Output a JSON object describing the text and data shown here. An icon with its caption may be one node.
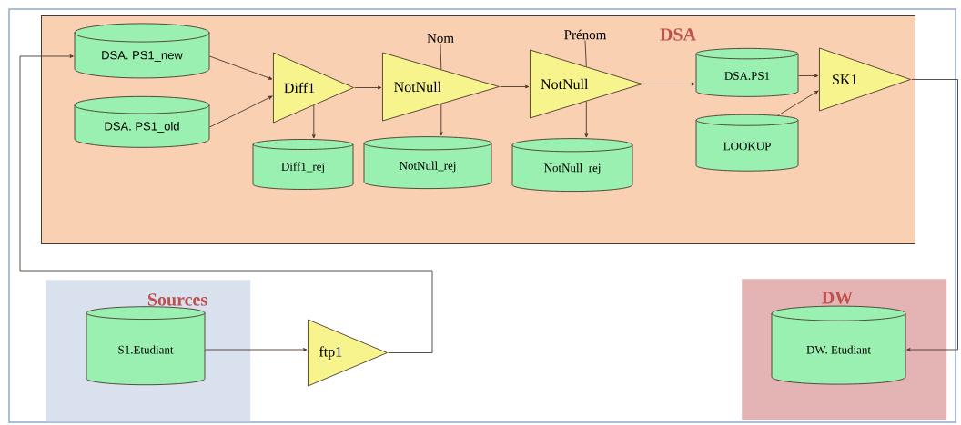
{
  "diagram": {
    "nodes": [
      {
        "text": [
          "DSA"
        ]
      },
      {
        "text": [
          "DSA. PS1_new"
        ],
        "in": 0
      },
      {
        "text": [
          "DSA. PS1_old"
        ],
        "in": 0
      },
      {
        "text": [
          "Diff1"
        ],
        "in": 0
      },
      {
        "text": [
          "Diff1_rej"
        ],
        "in": 0
      },
      {
        "text": [
          "Nom"
        ],
        "in": 0
      },
      {
        "text": [
          "NotNull"
        ],
        "in": 0
      },
      {
        "text": [
          "NotNull_rej"
        ],
        "in": 0
      },
      {
        "text": [
          "Prénom"
        ],
        "in": 0
      },
      {
        "text": [
          "NotNull"
        ],
        "in": 0
      },
      {
        "text": [
          "NotNull_rej"
        ],
        "in": 0
      },
      {
        "text": [
          "DSA.PS1"
        ],
        "in": 0
      },
      {
        "text": [
          "LOOKUP"
        ],
        "in": 0
      },
      {
        "text": [
          "SK1"
        ],
        "in": 0
      },
      {
        "text": [
          "Sources"
        ]
      },
      {
        "text": [
          "S1.Etudiant"
        ],
        "in": 14
      },
      {
        "text": [
          "ftp1"
        ]
      },
      {
        "text": [
          "DW"
        ]
      },
      {
        "text": [
          "DW. Etudiant"
        ],
        "in": 17
      }
    ],
    "edges": [
      {
        "from": 1,
        "to": 3,
        "arrow": "to"
      },
      {
        "from": 2,
        "to": 3,
        "arrow": "to"
      },
      {
        "from": 3,
        "to": 4,
        "arrow": "to"
      },
      {
        "from": 3,
        "to": 6,
        "arrow": "to"
      },
      {
        "from": 5,
        "to": 6,
        "arrow": "none"
      },
      {
        "from": 6,
        "to": 7,
        "arrow": "to"
      },
      {
        "from": 6,
        "to": 9,
        "arrow": "to"
      },
      {
        "from": 8,
        "to": 9,
        "arrow": "none"
      },
      {
        "from": 9,
        "to": 10,
        "arrow": "to"
      },
      {
        "from": 9,
        "to": 11,
        "arrow": "to"
      },
      {
        "from": 11,
        "to": 13,
        "arrow": "to"
      },
      {
        "from": 12,
        "to": 13,
        "arrow": "to"
      },
      {
        "from": 15,
        "to": 16,
        "arrow": "to"
      },
      {
        "from": 16,
        "to": 1,
        "arrow": "to"
      },
      {
        "from": 13,
        "to": 18,
        "arrow": "to"
      }
    ]
  }
}
